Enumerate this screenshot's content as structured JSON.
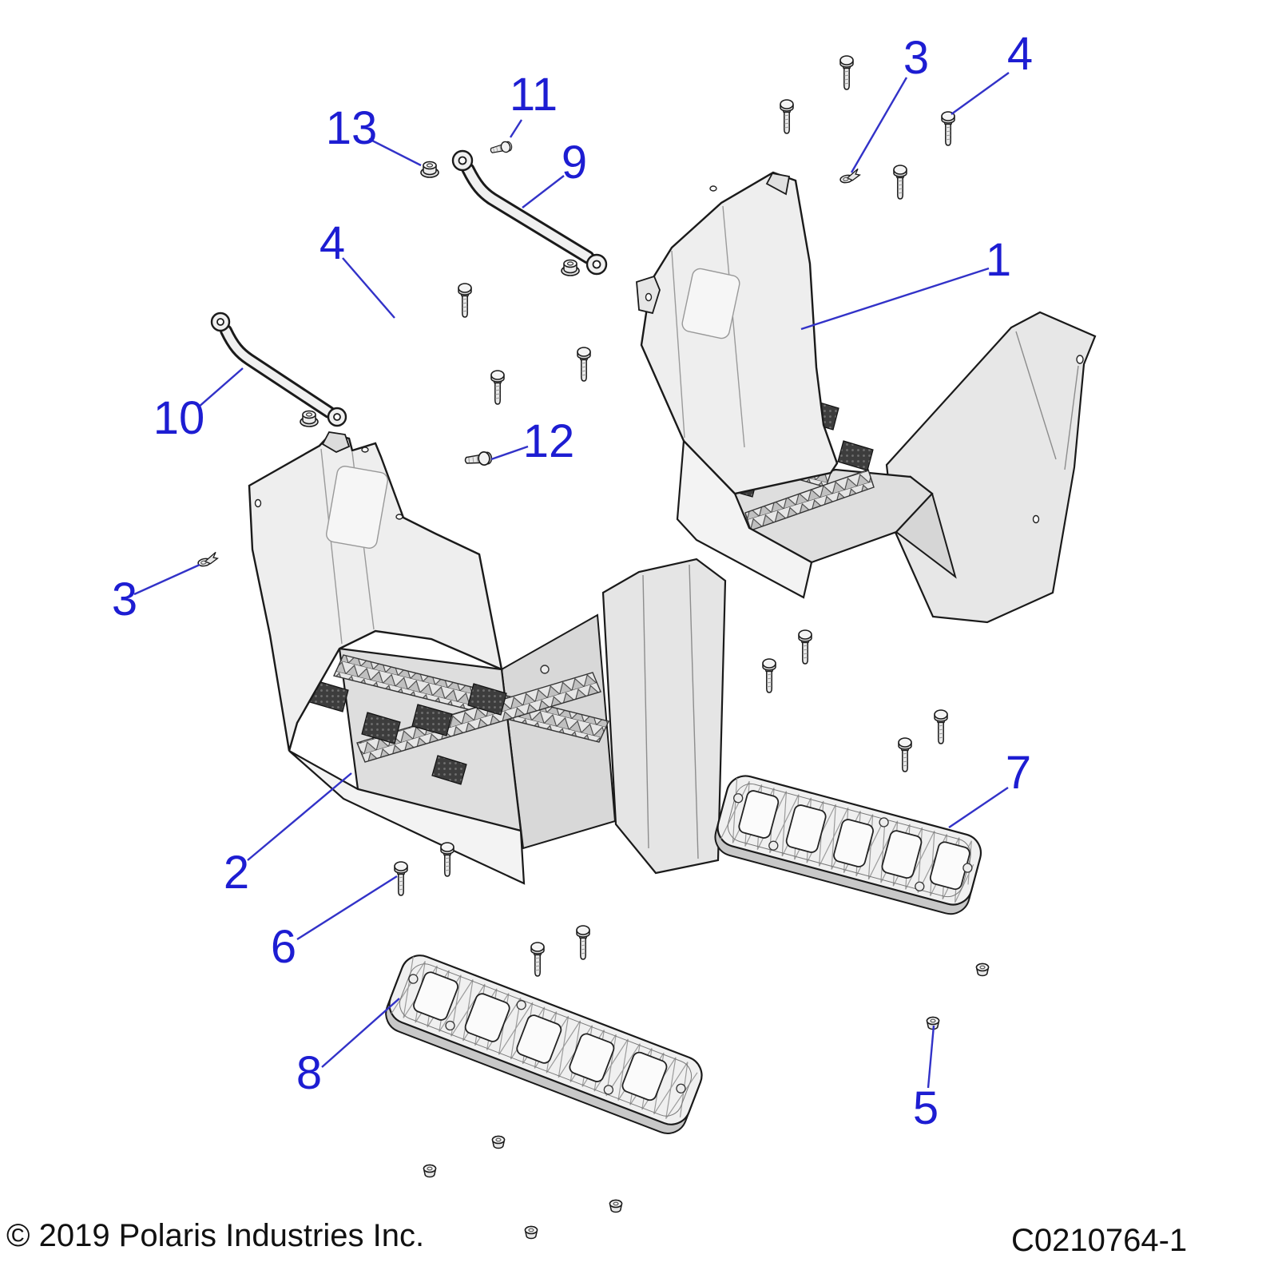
{
  "footer": {
    "copyright": "© 2019 Polaris Industries Inc.",
    "drawing_number": "C0210764-1"
  },
  "callouts": {
    "n1": "1",
    "n2": "2",
    "n3_top": "3",
    "n3_left": "3",
    "n4_top": "4",
    "n4_left": "4",
    "n5": "5",
    "n6": "6",
    "n7": "7",
    "n8": "8",
    "n9": "9",
    "n10": "10",
    "n11": "11",
    "n12": "12",
    "n13": "13"
  },
  "parts_depicted": {
    "1": "footwell-right",
    "2": "footwell-left",
    "3": "push-rivet",
    "4": "screw",
    "5": "cap-nut",
    "6": "screw",
    "7": "footrest-plate-right",
    "8": "footrest-plate-left",
    "9": "support-rod-upper",
    "10": "support-rod-lower",
    "11": "short-bolt",
    "12": "bolt",
    "13": "flange-nut"
  },
  "colors": {
    "callout_text": "#1d1dd2",
    "leader_line": "#3232c8",
    "outline": "#1a1a1a",
    "part_fill_light": "#efefef",
    "part_fill_mid": "#dedede",
    "part_fill_dark": "#c9c9c9",
    "grip_pad": "#3d3d3d",
    "background": "#ffffff",
    "footer_text": "#111111"
  }
}
